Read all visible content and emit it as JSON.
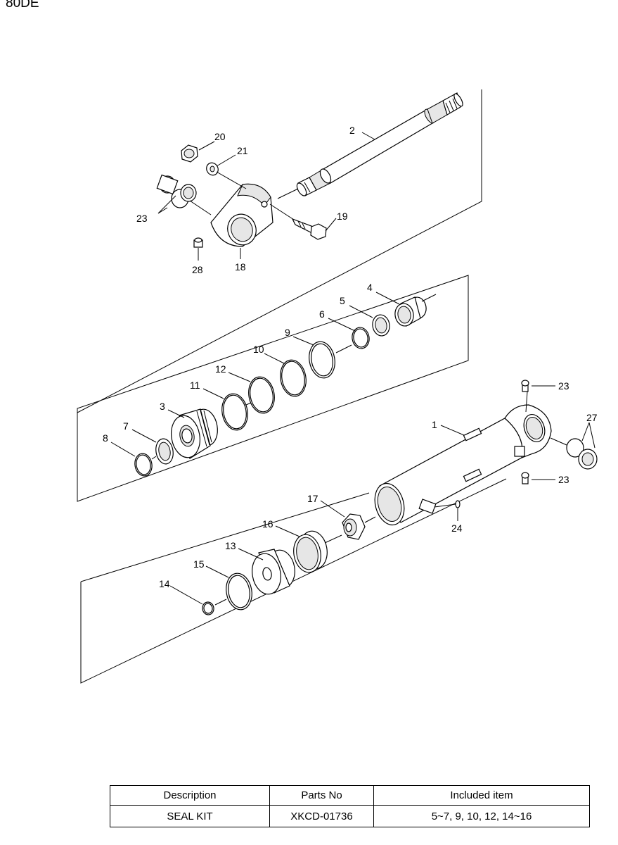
{
  "header": {
    "model": "80DE"
  },
  "callouts": {
    "c1": "1",
    "c2": "2",
    "c3": "3",
    "c4": "4",
    "c5": "5",
    "c6": "6",
    "c7": "7",
    "c8": "8",
    "c9": "9",
    "c10": "10",
    "c11": "11",
    "c12": "12",
    "c13": "13",
    "c14": "14",
    "c15": "15",
    "c16": "16",
    "c17": "17",
    "c18": "18",
    "c19": "19",
    "c20": "20",
    "c21": "21",
    "c23a": "23",
    "c23b": "23",
    "c23c": "23",
    "c24": "24",
    "c27": "27",
    "c28": "28"
  },
  "kit_table": {
    "headers": [
      "Description",
      "Parts No",
      "Included item"
    ],
    "rows": [
      [
        "SEAL KIT",
        "XKCD-01736",
        "5~7, 9, 10, 12, 14~16"
      ]
    ]
  }
}
